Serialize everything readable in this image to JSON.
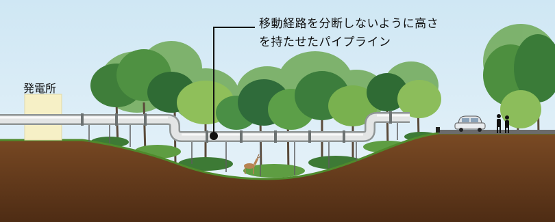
{
  "callout": {
    "text_line1": "移動経路を分断しないように高さ",
    "text_line2": "を持たせたパイプライン"
  },
  "station": {
    "label": "発電所"
  },
  "colors": {
    "sky_top": "#cfe7f4",
    "sky_bottom": "#e8f3f9",
    "soil": "#6b3f1f",
    "soil_dark": "#4e2c14",
    "grass": "#4f8a2c",
    "pipe": "#d9dcdc",
    "pipe_shadow": "#9ea3a3",
    "power_station": "#f6f0c6",
    "foliage_dark": "#2f6b3a",
    "foliage_mid": "#4a8f45",
    "foliage_light": "#8fbf5a",
    "marker": "#111111"
  },
  "icons": [
    "tree-icon",
    "car-icon",
    "person-icon",
    "deer-icon",
    "pipeline-icon"
  ]
}
